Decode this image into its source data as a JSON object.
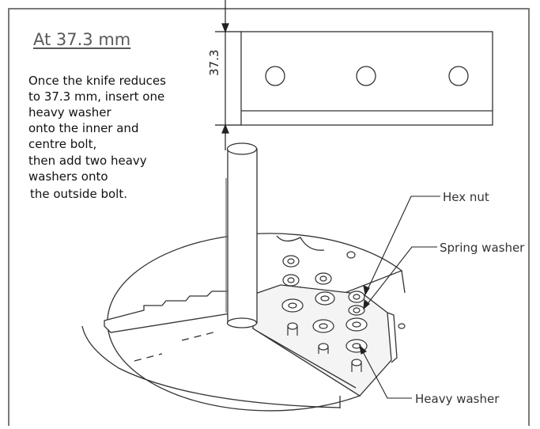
{
  "heading": "At 37.3 mm",
  "instructions": [
    "Once the knife reduces",
    "to 37.3 mm, insert one",
    "heavy washer",
    "onto the inner and",
    "centre bolt,",
    "then add two heavy",
    "washers onto",
    "the outside bolt."
  ],
  "dimension_label": "37.3",
  "callouts": {
    "hex_nut": "Hex nut",
    "spring_washer": "Spring washer",
    "heavy_washer": "Heavy washer"
  }
}
